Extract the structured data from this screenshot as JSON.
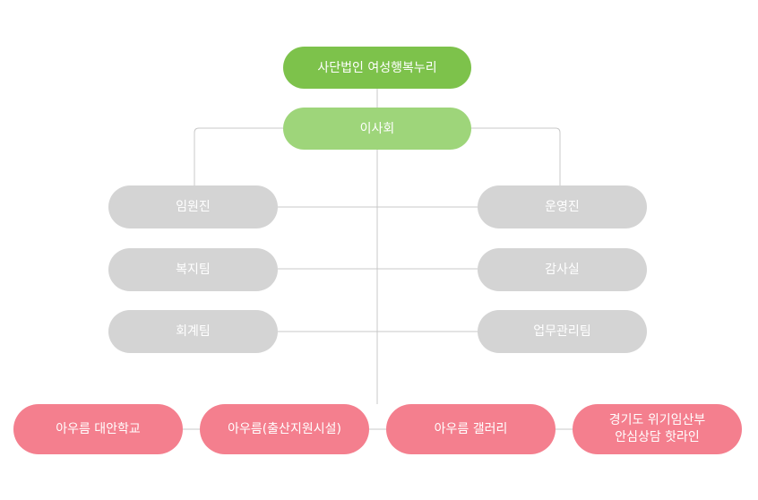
{
  "org_chart": {
    "root": "사단법인 여성행복누리",
    "board": "이사회",
    "left_units": [
      "임원진",
      "복지팀",
      "회계팀"
    ],
    "right_units": [
      "운영진",
      "감사실",
      "업무관리팀"
    ],
    "facilities": [
      {
        "label": "아우름 대안학교"
      },
      {
        "label": "아우름(출산지원시설)"
      },
      {
        "label": "아우름 갤러리"
      },
      {
        "line1": "경기도 위기임산부",
        "line2": "안심상담 핫라인"
      }
    ]
  },
  "colors": {
    "root": "#7dc24b",
    "board": "#9ed57a",
    "units": "#d4d4d4",
    "facilities": "#f47f8e",
    "connector": "#c8c8c8"
  }
}
